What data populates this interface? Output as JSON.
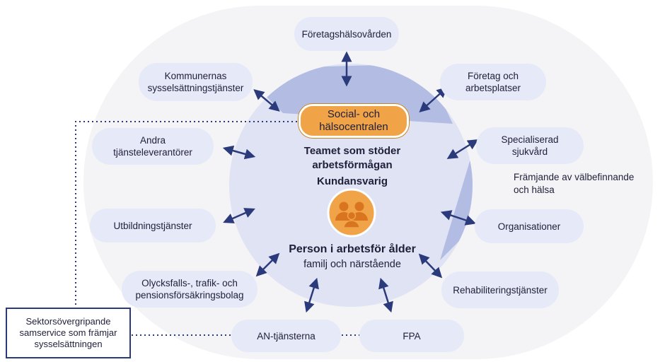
{
  "social_centre": "Social- och\nhälsocentralen",
  "team_text": "Teamet som stöder\narbetsförmågan",
  "customer_text": "Kundansvarig",
  "person_title": "Person i arbetsför ålder",
  "person_subtitle": "familj och närstående",
  "promotion_text": "Främjande av välbefinnande\noch hälsa",
  "sector_box": "Sektorsövergripande\nsamservice som främjar\nsysselsättningen",
  "nodes": {
    "occupational_health": "Företagshälsovården",
    "companies": "Företag och\narbetsplatser",
    "specialised_care": "Specialiserad\nsjukvård",
    "organisations": "Organisationer",
    "rehabilitation": "Rehabiliteringstjänster",
    "fpa": "FPA",
    "an_services": "AN-tjänsterna",
    "insurance": "Olycksfalls-, trafik- och\npensionsförsäkringsbolag",
    "education": "Utbildningstjänster",
    "other_providers": "Andra\ntjänsteleverantörer",
    "municipal_employment": "Kommunernas\nsysselsättningstjänster"
  },
  "colors": {
    "outer_ring": "#f4f4f6",
    "inner_circle": "#dfe3f4",
    "wedge": "#b3bde3",
    "arrow": "#2b3a7a",
    "social_centre": "#f0a347",
    "person_icon": "#d9751f"
  },
  "icons": {
    "family": "family-group-icon"
  }
}
